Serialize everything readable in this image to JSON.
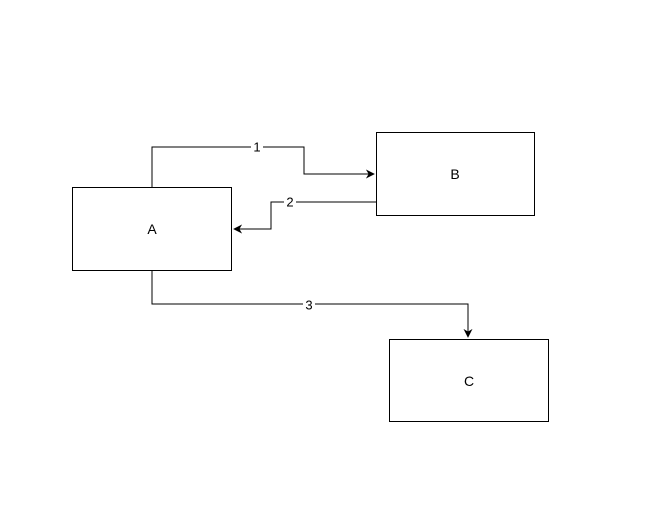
{
  "diagram": {
    "nodes": {
      "a": {
        "label": "A"
      },
      "b": {
        "label": "B"
      },
      "c": {
        "label": "C"
      }
    },
    "edges": {
      "e1": {
        "label": "1",
        "from": "A",
        "to": "B"
      },
      "e2": {
        "label": "2",
        "from": "B",
        "to": "A"
      },
      "e3": {
        "label": "3",
        "from": "A",
        "to": "C"
      }
    },
    "colors": {
      "stroke": "#000000",
      "fill": "#ffffff",
      "text": "#000000"
    }
  }
}
